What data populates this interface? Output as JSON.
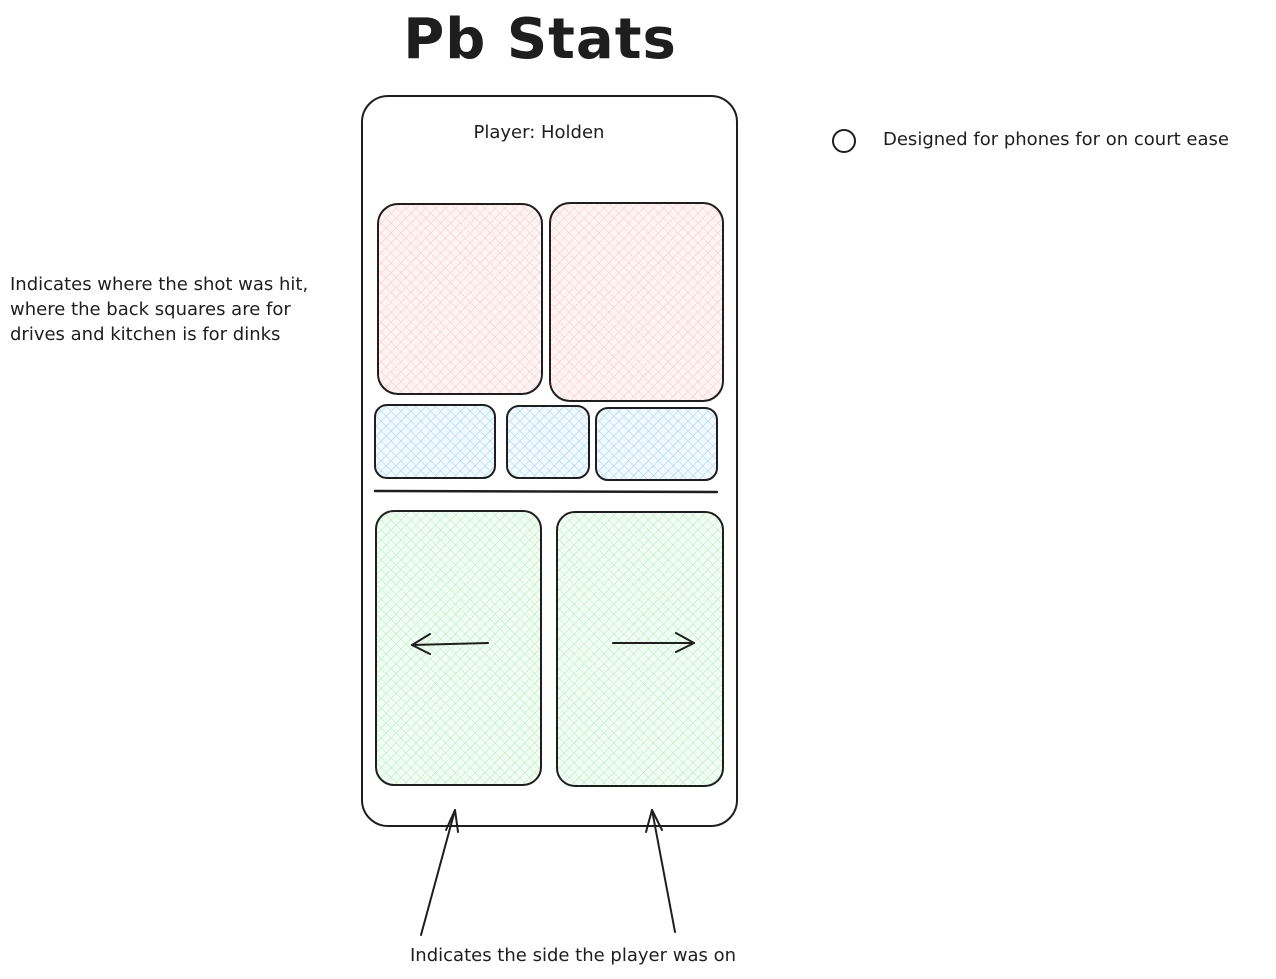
{
  "title": "Pb Stats",
  "phone": {
    "player_label": "Player: Holden",
    "zones": {
      "drive": {
        "count": 2,
        "color": "#ffc9c9"
      },
      "kitchen": {
        "count": 3,
        "color": "#a5d8ff"
      },
      "side": {
        "count": 2,
        "color": "#b2f2bb"
      }
    },
    "side_arrows": [
      "arrow-left-icon",
      "arrow-right-icon"
    ]
  },
  "annotations": {
    "zone_note": "Indicates where the shot was hit,\nwhere the back squares are for\ndrives and kitchen is for dinks",
    "side_note": "Indicates the side the player was on",
    "phone_note": "Designed for phones for on court ease",
    "phone_note_bullet": "circle-bullet-icon"
  },
  "colors": {
    "stroke": "#1e1e1e",
    "background": "#ffffff"
  }
}
